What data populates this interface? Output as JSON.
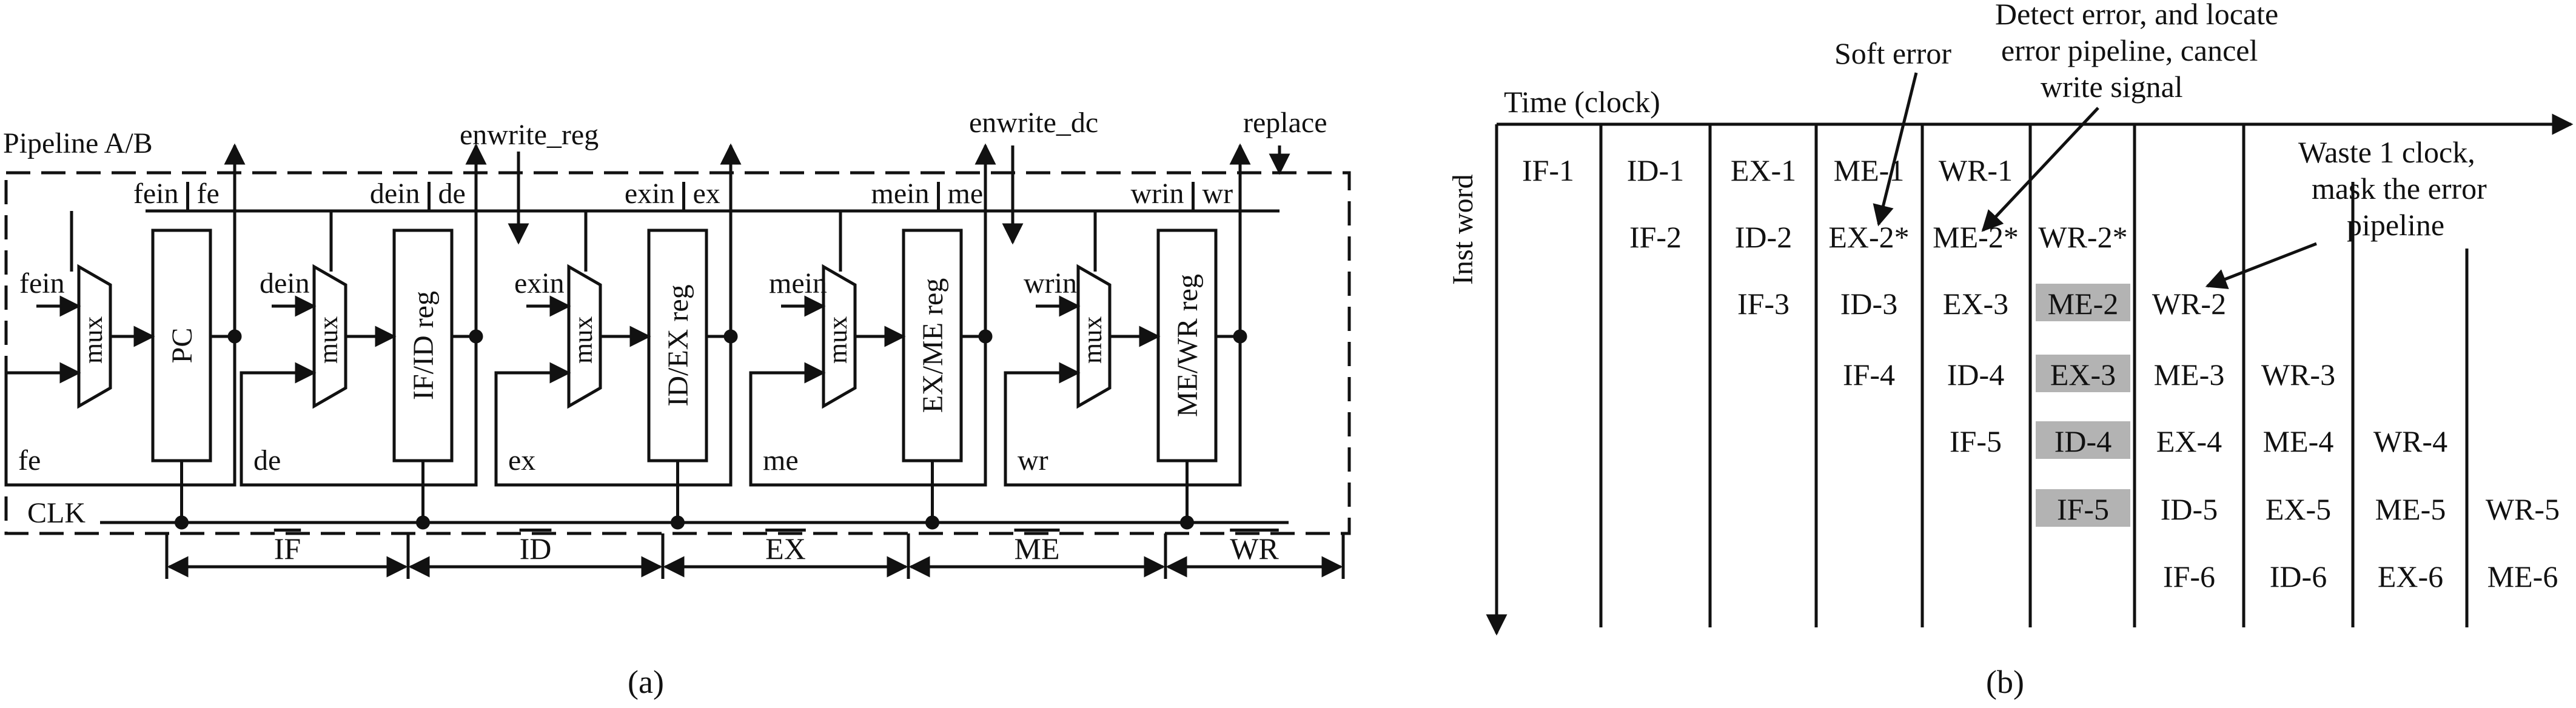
{
  "panel_a": {
    "pipeline_label": "Pipeline A/B",
    "clk_label": "CLK",
    "mux_label": "mux",
    "top_signals": [
      "enwrite_reg",
      "enwrite_dc",
      "replace"
    ],
    "stages": [
      {
        "reg": "PC",
        "input": "fein",
        "feedback": "fe",
        "out": "fe",
        "inner": "fein"
      },
      {
        "reg": "IF/ID reg",
        "input": "dein",
        "feedback": "de",
        "out": "de",
        "inner": "dein"
      },
      {
        "reg": "ID/EX reg",
        "input": "exin",
        "feedback": "ex",
        "out": "ex",
        "inner": "exin"
      },
      {
        "reg": "EX/ME reg",
        "input": "mein",
        "feedback": "me",
        "out": "me",
        "inner": "mein"
      },
      {
        "reg": "ME/WR reg",
        "input": "wrin",
        "feedback": "wr",
        "out": "wr",
        "inner": "wrin"
      }
    ],
    "phases": [
      "IF",
      "ID",
      "EX",
      "ME",
      "WR"
    ],
    "caption": "(a)"
  },
  "panel_b": {
    "time_label": "Time (clock)",
    "y_label": "Inst word",
    "annotations": {
      "soft_error": "Soft error",
      "detect": [
        "Detect error, and locate",
        "error pipeline, cancel",
        "write signal"
      ],
      "waste": [
        "Waste 1 clock,",
        "mask the error",
        "pipeline"
      ]
    },
    "rows": [
      [
        "IF-1",
        "ID-1",
        "EX-1",
        "ME-1",
        "WR-1",
        "",
        "",
        "",
        "",
        "",
        ""
      ],
      [
        "",
        "IF-2",
        "ID-2",
        "EX-2*",
        "ME-2*",
        "WR-2*",
        "",
        "",
        "",
        "",
        ""
      ],
      [
        "",
        "",
        "IF-3",
        "ID-3",
        "EX-3",
        "ME-2",
        "WR-2",
        "",
        "",
        "",
        ""
      ],
      [
        "",
        "",
        "",
        "IF-4",
        "ID-4",
        "EX-3",
        "ME-3",
        "WR-3",
        "",
        "",
        ""
      ],
      [
        "",
        "",
        "",
        "",
        "IF-5",
        "ID-4",
        "EX-4",
        "ME-4",
        "WR-4",
        "",
        ""
      ],
      [
        "",
        "",
        "",
        "",
        "",
        "IF-5",
        "ID-5",
        "EX-5",
        "ME-5",
        "WR-5",
        ""
      ],
      [
        "",
        "",
        "",
        "",
        "",
        "",
        "IF-6",
        "ID-6",
        "EX-6",
        "ME-6",
        ""
      ]
    ],
    "highlighted": [
      "ME-2",
      "EX-3",
      "ID-4",
      "IF-5"
    ],
    "highlight_color": "#b3b3b3",
    "caption": "(b)"
  }
}
